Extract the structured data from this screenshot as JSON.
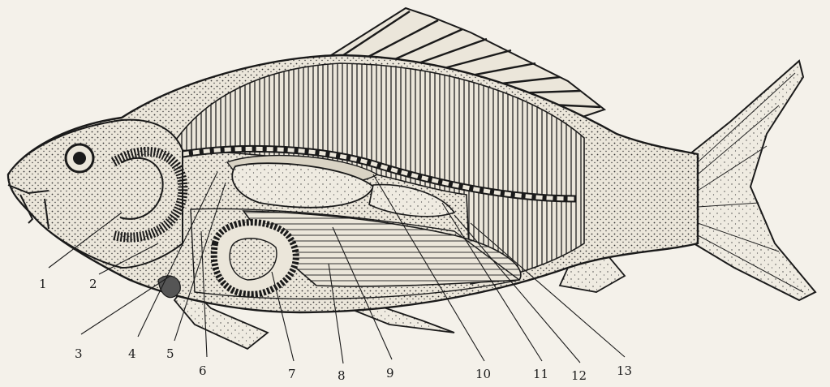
{
  "figure": {
    "labels": [
      {
        "id": "1",
        "text": "1"
      },
      {
        "id": "2",
        "text": "2"
      },
      {
        "id": "3",
        "text": "3"
      },
      {
        "id": "4",
        "text": "4"
      },
      {
        "id": "5",
        "text": "5"
      },
      {
        "id": "6",
        "text": "6"
      },
      {
        "id": "7",
        "text": "7"
      },
      {
        "id": "8",
        "text": "8"
      },
      {
        "id": "9",
        "text": "9"
      },
      {
        "id": "10",
        "text": "10"
      },
      {
        "id": "11",
        "text": "11"
      },
      {
        "id": "12",
        "text": "12"
      },
      {
        "id": "13",
        "text": "13"
      }
    ]
  }
}
